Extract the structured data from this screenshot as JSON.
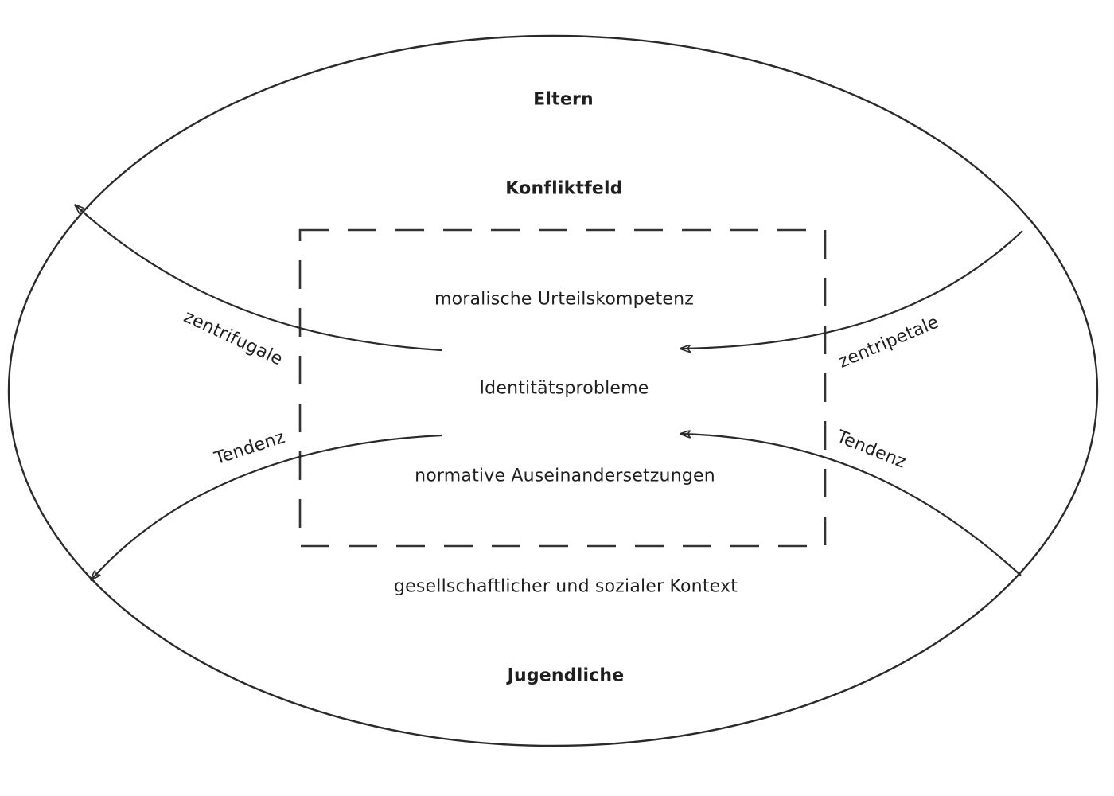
{
  "outer": {
    "top": "Eltern",
    "bottom": "Jugendliche",
    "field": "Konfliktfeld",
    "context": "gesellschaftlicher und sozialer Kontext"
  },
  "inner": {
    "line1": "moralische Urteilskompetenz",
    "line2": "Identitätsprobleme",
    "line3": "normative Auseinandersetzungen"
  },
  "arrows": {
    "left_upper": "zentrifugale",
    "left_lower": "Tendenz",
    "right_upper": "zentripetale",
    "right_lower": "Tendenz"
  }
}
